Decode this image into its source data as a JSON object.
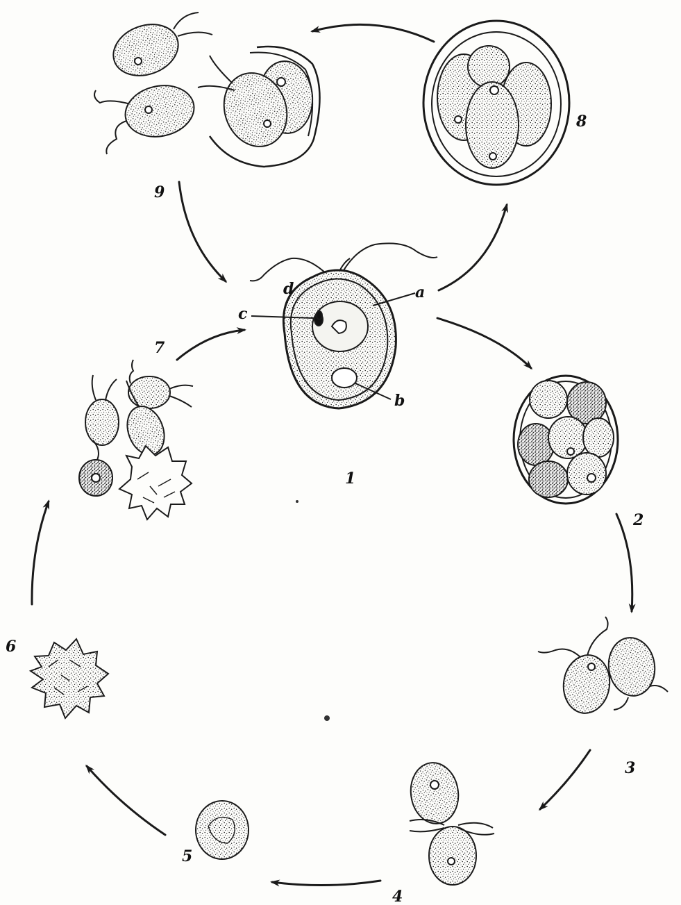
{
  "colors": {
    "ink": "#1a1a1a",
    "paper": "#fdfdfb"
  },
  "stage_labels": [
    "1",
    "2",
    "3",
    "4",
    "5",
    "6",
    "7",
    "8",
    "9"
  ],
  "part_labels": [
    "a",
    "b",
    "c",
    "d"
  ]
}
